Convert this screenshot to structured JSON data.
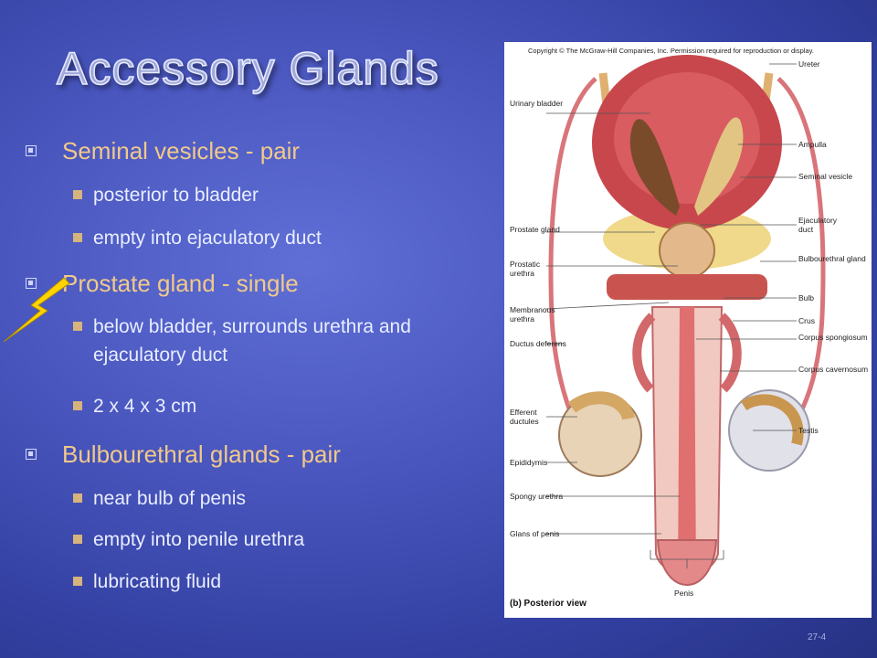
{
  "slide": {
    "title": "Accessory Glands",
    "number": "27-4",
    "colors": {
      "heading_bullet": "#f1c98a",
      "sub_bullet": "#e9eeff",
      "bolt": "#ffd400"
    },
    "bullets": [
      {
        "text": "Seminal vesicles - pair",
        "subs": [
          "posterior to bladder",
          "empty into ejaculatory duct"
        ]
      },
      {
        "text": "Prostate gland - single",
        "subs": [
          "below bladder, surrounds urethra and ejaculatory duct",
          "2 x 4 x 3 cm"
        ]
      },
      {
        "text": "Bulbourethral glands - pair",
        "subs": [
          "near bulb of penis",
          "empty into penile urethra",
          "lubricating fluid"
        ]
      }
    ]
  },
  "figure": {
    "copyright": "Copyright © The McGraw-Hill Companies, Inc. Permission required for reproduction or display.",
    "caption": "(b) Posterior view",
    "labels_left": [
      "Urinary bladder",
      "Prostate gland",
      "Prostatic urethra",
      "Membranous urethra",
      "Ductus deferens",
      "Efferent ductules",
      "Epididymis",
      "Spongy urethra",
      "Glans of penis"
    ],
    "labels_right": [
      "Ureter",
      "Ampulla",
      "Seminal vesicle",
      "Ejaculatory duct",
      "Bulbourethral gland",
      "Bulb",
      "Crus",
      "Corpus spongiosum",
      "Corpus cavernosum",
      "Testis"
    ],
    "label_bottom": "Penis"
  }
}
